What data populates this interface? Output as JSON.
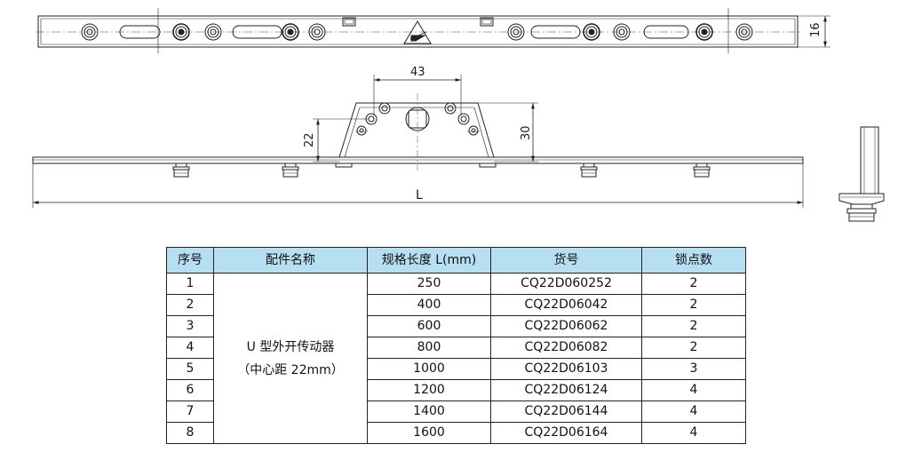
{
  "drawing": {
    "top_view": {
      "height_dimension": "16"
    },
    "front_view": {
      "width_dimension": "43",
      "left_height_dimension": "22",
      "right_height_dimension": "30",
      "length_dimension": "L"
    }
  },
  "table": {
    "headers": [
      "序号",
      "配件名称",
      "规格长度 L(mm)",
      "货号",
      "锁点数"
    ],
    "part_name_line1": "U 型外开传动器",
    "part_name_line2": "（中心距 22mm）",
    "rows": [
      {
        "no": "1",
        "length": "250",
        "code": "CQ22D060252",
        "locks": "2"
      },
      {
        "no": "2",
        "length": "400",
        "code": "CQ22D06042",
        "locks": "2"
      },
      {
        "no": "3",
        "length": "600",
        "code": "CQ22D06062",
        "locks": "2"
      },
      {
        "no": "4",
        "length": "800",
        "code": "CQ22D06082",
        "locks": "2"
      },
      {
        "no": "5",
        "length": "1000",
        "code": "CQ22D06103",
        "locks": "3"
      },
      {
        "no": "6",
        "length": "1200",
        "code": "CQ22D06124",
        "locks": "4"
      },
      {
        "no": "7",
        "length": "1400",
        "code": "CQ22D06144",
        "locks": "4"
      },
      {
        "no": "8",
        "length": "1600",
        "code": "CQ22D06164",
        "locks": "4"
      }
    ]
  }
}
